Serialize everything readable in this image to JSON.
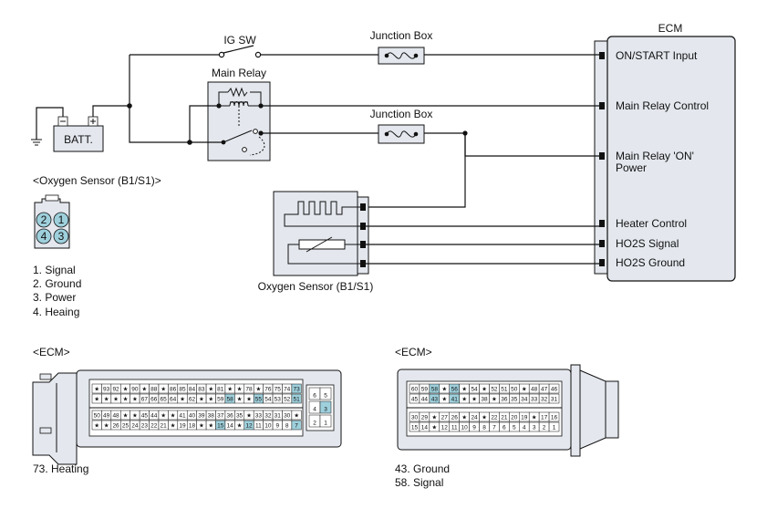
{
  "colors": {
    "component_fill": "#e4e8ee",
    "highlight_pin": "#9ed0dc",
    "wire": "#111111"
  },
  "labels": {
    "ecm_title": "ECM",
    "ig_sw": "IG SW",
    "junction_box_1": "Junction Box",
    "junction_box_2": "Junction Box",
    "main_relay": "Main Relay",
    "battery": "BATT.",
    "oxygen_sensor_center": "Oxygen Sensor (B1/S1)"
  },
  "ecm_pins": [
    "ON/START Input",
    "Main Relay Control",
    "Main Relay 'ON'",
    "Power",
    "Heater Control",
    "HO2S  Signal",
    "HO2S  Ground"
  ],
  "sensor_connector": {
    "title": "<Oxygen Sensor (B1/S1)>",
    "pins": [
      "2",
      "1",
      "4",
      "3"
    ],
    "legend": [
      "1. Signal",
      "2. Ground",
      "3. Power",
      "4. Heaing"
    ]
  },
  "ecm_connector_left": {
    "title": "<ECM>",
    "row1": [
      "★",
      "93",
      "92",
      "★",
      "90",
      "★",
      "88",
      "★",
      "86",
      "85",
      "84",
      "83",
      "★",
      "81",
      "★",
      "★",
      "78",
      "★",
      "76",
      "75",
      "74",
      "73"
    ],
    "row2": [
      "★",
      "★",
      "★",
      "★",
      "★",
      "67",
      "66",
      "65",
      "64",
      "★",
      "62",
      "★",
      "★",
      "59",
      "58",
      "★",
      "★",
      "55",
      "54",
      "53",
      "52",
      "51"
    ],
    "row3": [
      "50",
      "49",
      "48",
      "★",
      "★",
      "45",
      "44",
      "★",
      "★",
      "41",
      "40",
      "39",
      "38",
      "37",
      "36",
      "35",
      "★",
      "33",
      "32",
      "31",
      "30",
      "★"
    ],
    "row4": [
      "★",
      "★",
      "26",
      "25",
      "24",
      "23",
      "22",
      "21",
      "★",
      "19",
      "18",
      "★",
      "★",
      "15",
      "14",
      "★",
      "12",
      "11",
      "10",
      "9",
      "8",
      "7"
    ],
    "side": [
      "6",
      "5",
      "4",
      "3",
      "2",
      "1"
    ],
    "legend": [
      "73. Heating"
    ]
  },
  "ecm_connector_right": {
    "title": "<ECM>",
    "row1": [
      "60",
      "59",
      "58",
      "★",
      "56",
      "★",
      "54",
      "★",
      "52",
      "51",
      "50",
      "★",
      "48",
      "47",
      "46"
    ],
    "row2": [
      "45",
      "44",
      "43",
      "★",
      "41",
      "★",
      "★",
      "38",
      "★",
      "36",
      "35",
      "34",
      "33",
      "32",
      "31"
    ],
    "row3": [
      "30",
      "29",
      "★",
      "27",
      "26",
      "★",
      "24",
      "★",
      "22",
      "21",
      "20",
      "19",
      "★",
      "17",
      "16"
    ],
    "row4": [
      "15",
      "14",
      "★",
      "12",
      "11",
      "10",
      "9",
      "8",
      "7",
      "6",
      "5",
      "4",
      "3",
      "2",
      "1"
    ],
    "legend": [
      "43. Ground",
      "58. Signal"
    ]
  }
}
